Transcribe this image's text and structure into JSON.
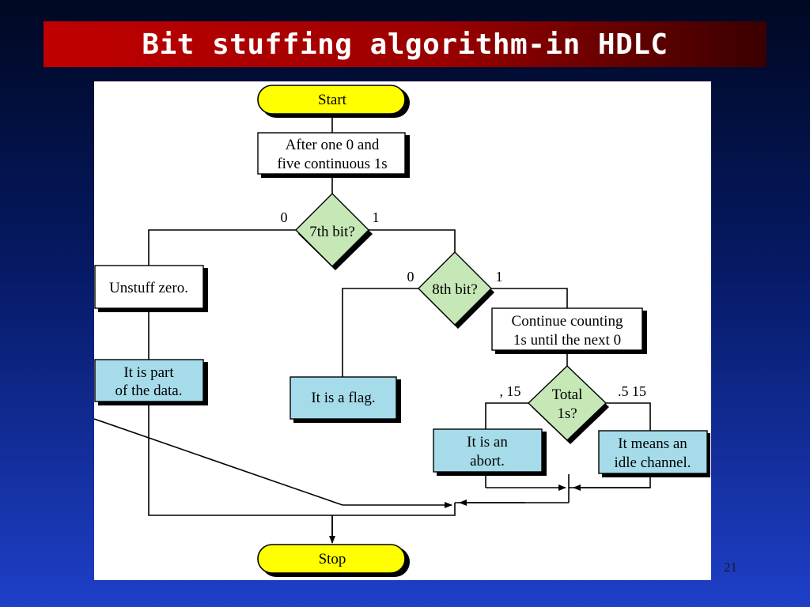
{
  "slide": {
    "title": "Bit stuffing algorithm-in HDLC",
    "number": "21"
  },
  "colors": {
    "terminal_fill": "#ffff00",
    "decision_fill": "#c6e8b6",
    "data_box_fill": "#a6dcea",
    "process_fill": "#ffffff",
    "line": "#000000"
  },
  "flowchart": {
    "start": "Start",
    "stop": "Stop",
    "after_box": [
      "After one 0 and",
      "five continuous 1s"
    ],
    "decision_7th": "7th bit?",
    "label_7th_0": "0",
    "label_7th_1": "1",
    "unstuff": "Unstuff zero.",
    "part_of_data": [
      "It is part",
      "of the data."
    ],
    "decision_8th": "8th bit?",
    "label_8th_0": "0",
    "label_8th_1": "1",
    "flag": "It is a flag.",
    "continue_box": [
      "Continue counting",
      "1s until the next 0"
    ],
    "decision_total": [
      "Total",
      "1s?"
    ],
    "label_lt15": ", 15",
    "label_gt15": ".5 15",
    "abort": [
      "It is an",
      "abort."
    ],
    "idle": [
      "It means an",
      "idle channel."
    ]
  }
}
